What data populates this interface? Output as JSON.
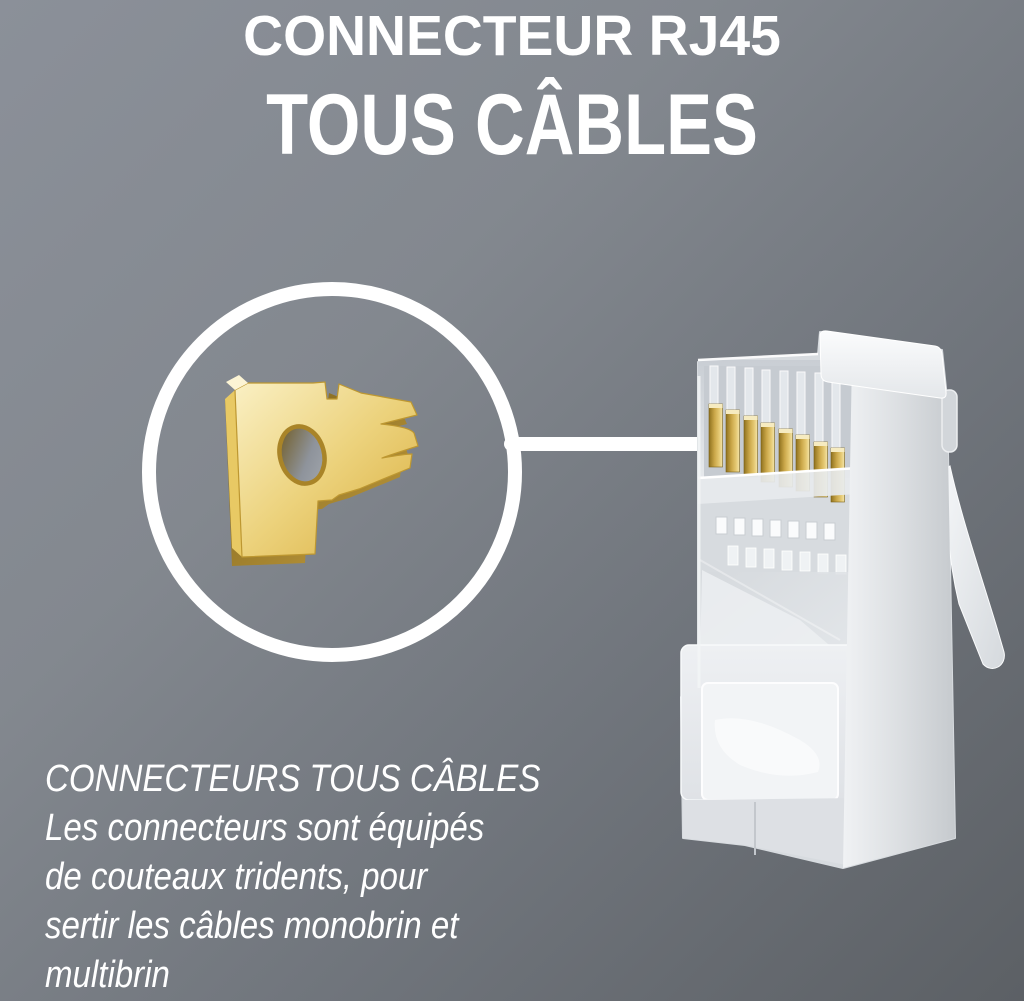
{
  "page": {
    "type": "product-marketing-image",
    "language": "fr"
  },
  "header": {
    "title_line1": "CONNECTEUR RJ45",
    "title_line2": "TOUS CÂBLES"
  },
  "caption": {
    "heading": "CONNECTEURS TOUS CÂBLES",
    "body": "Les connecteurs sont équipés\nde couteaux tridents, pour\nsertir les câbles monobrin et\nmultibrin"
  },
  "graphics": {
    "magnifier_circle": "zoom-highlight-ring",
    "leader_line": "line-from-ring-to-gold-contacts",
    "trident_blade": "gold-trident-crimping-contact",
    "connector": "transparent-rj45-plug-with-8-gold-contacts"
  },
  "colors": {
    "background_top_left": "#8b9099",
    "background_bottom_right": "#5c6065",
    "text": "#ffffff",
    "ring": "#ffffff",
    "gold_light": "#f1e2a8",
    "gold_mid": "#c9a648",
    "gold_dark": "#8f711e",
    "plastic_light": "#f4f6f8",
    "plastic_shadow": "#c6cace"
  }
}
